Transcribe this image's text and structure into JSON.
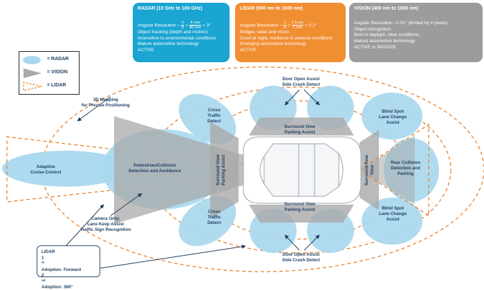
{
  "boxes": {
    "radar": {
      "title": "RADAR (10 GHz to 100 GHz)",
      "res_prefix": "Angular Resolution ~",
      "res_frac1_num": "λ",
      "res_frac1_den": "D",
      "res_eq": "=",
      "res_frac2_num": "4 mm",
      "res_frac2_den": "80 mm",
      "res_suffix": "= 3°",
      "lines": [
        "Object tracking (depth and motion)",
        "Insensitive to environmental conditions",
        "Mature automotive technology",
        "ACTIVE"
      ],
      "color": "#1aa5d2"
    },
    "lidar": {
      "title": "LIDAR (900 nm to 1600 nm)",
      "res_prefix": "Angular Resolution ~",
      "res_frac1_num": "λ",
      "res_frac1_den": "D",
      "res_eq": "=",
      "res_frac2_num": "1.5 um",
      "res_frac2_den": "1 mm",
      "res_suffix": "= 0.1°",
      "lines": [
        "Bridges radar and vision",
        "Good at night, mediocre in adverse conditions",
        "Emerging automotive technology",
        "ACTIVE"
      ],
      "color": "#f08e32"
    },
    "vision": {
      "title": "VISION (400 nm to 1000 nm)",
      "res_line": "Angular Resolution ~0.01° (limited by # pixels)",
      "lines": [
        "Object recognition",
        "Best in daylight, clear conditions",
        "Mature automotive technology",
        "ACTIVE or PASSIVE"
      ],
      "color": "#9c9c9c"
    }
  },
  "legend": {
    "radar": "= RADAR",
    "vision": "= VISION",
    "lidar": "= LIDAR"
  },
  "labels": {
    "mapping": [
      "3D Mapping",
      "for Precise Positioning"
    ],
    "door_top": [
      "Door Open Assist",
      "Side Crash Detect"
    ],
    "door_bottom": [
      "Door Open Assist",
      "Side Crash Detect"
    ],
    "cross_top": [
      "Cross",
      "Traffic",
      "Detect"
    ],
    "cross_bottom": [
      "Cross",
      "Traffic",
      "Detect"
    ],
    "surround_top": [
      "Surround View",
      "Parking Assist"
    ],
    "surround_bottom": [
      "Surround View",
      "Parking Assist"
    ],
    "surround_front": [
      "Surround View",
      "Parking Assist"
    ],
    "surround_rear": [
      "Surround Rear",
      "View"
    ],
    "blind_top": [
      "Blind Spot",
      "Lane Change",
      "Assist"
    ],
    "blind_bottom": [
      "Blind Spot",
      "Lane Change",
      "Assist"
    ],
    "rear_collision": [
      "Rear Collision",
      "Detection and",
      "Parking"
    ],
    "acc": [
      "Adaptive",
      "Cruise Control"
    ],
    "pedestrian": [
      "Pedestrian/Collision",
      "Detection and Avoidance"
    ],
    "camera": [
      "Camera Only;",
      "Lane Keep Assist",
      "Traffic Sign Recognition"
    ]
  },
  "lidar_callout": {
    "title": "LIDAR",
    "line1_pre": "1",
    "line1_sup": "st",
    "line1_post": " Adoption: Forward",
    "line2_pre": "2",
    "line2_sup": "nd",
    "line2_post": " Adoption: 360°"
  },
  "colors": {
    "radar_fill": "#a9d8ee",
    "vision_fill": "#a9a9a9",
    "lidar_line": "#e9802a",
    "label_text": "#1f4164",
    "arrow": "#1f3c5e"
  }
}
